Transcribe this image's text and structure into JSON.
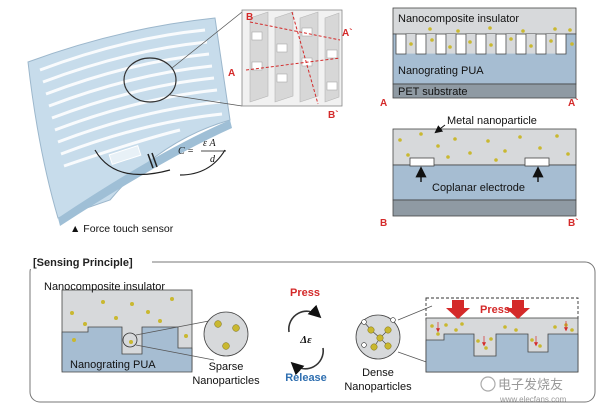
{
  "top_left": {
    "caption": "▲ Force touch sensor",
    "formula": {
      "lhs": "C =",
      "numerator": "ε A",
      "denominator": "d"
    },
    "section_marks": {
      "a": "A",
      "a_prime": "A`",
      "b": "B",
      "b_prime": "B`"
    }
  },
  "cross_section_aa": {
    "insulator_label": "Nanocomposite insulator",
    "grating_label": "Nanograting PUA",
    "substrate_label": "PET substrate",
    "left_mark": "A",
    "right_mark": "A`"
  },
  "cross_section_bb": {
    "particle_label": "Metal nanoparticle",
    "electrode_label": "Coplanar electrode",
    "left_mark": "B",
    "right_mark": "B`"
  },
  "sensing_principle": {
    "title": "[Sensing Principle]",
    "insulator_label": "Nanocomposite insulator",
    "grating_label": "Nanograting PUA",
    "sparse_label_line1": "Sparse",
    "sparse_label_line2": "Nanoparticles",
    "press_label": "Press",
    "delta_label": "Δε",
    "release_label": "Release",
    "dense_label_line1": "Dense",
    "dense_label_line2": "Nanoparticles",
    "press_box_label": "Press"
  },
  "watermark": {
    "text": "电子发烧友",
    "url": "www.elecfans.com"
  },
  "colors": {
    "red": "#d42a2a",
    "blue_label": "#2f6fb0",
    "grating_fill": "#a6bdd2",
    "insulator_fill": "#d7d9db",
    "substrate_fill": "#8f9aa3",
    "particle": "#c9b830"
  }
}
